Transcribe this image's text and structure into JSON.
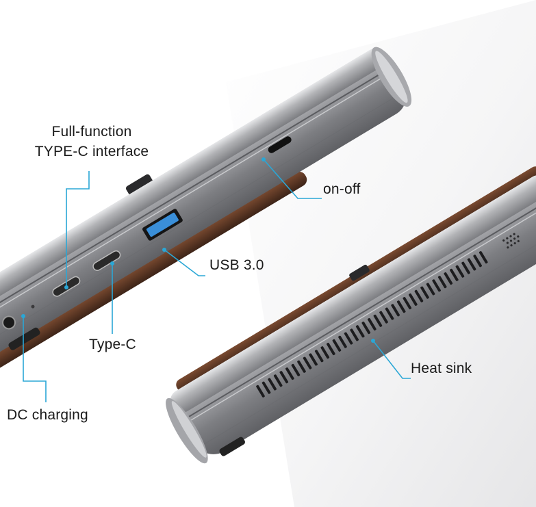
{
  "labels": {
    "full_function_line1": "Full-function",
    "full_function_line2": "TYPE-C interface",
    "on_off": "on-off",
    "usb": "USB 3.0",
    "type_c": "Type-C",
    "dc_charging": "DC charging",
    "heat_sink": "Heat sink"
  },
  "colors": {
    "callout_line": "#2aa7d6",
    "body_metal": "#8d8e92",
    "body_highlight": "#d8d9dc",
    "leather": "#5a3524",
    "usb_port": "#3a8fd9",
    "label_text": "#1a1a1a"
  }
}
